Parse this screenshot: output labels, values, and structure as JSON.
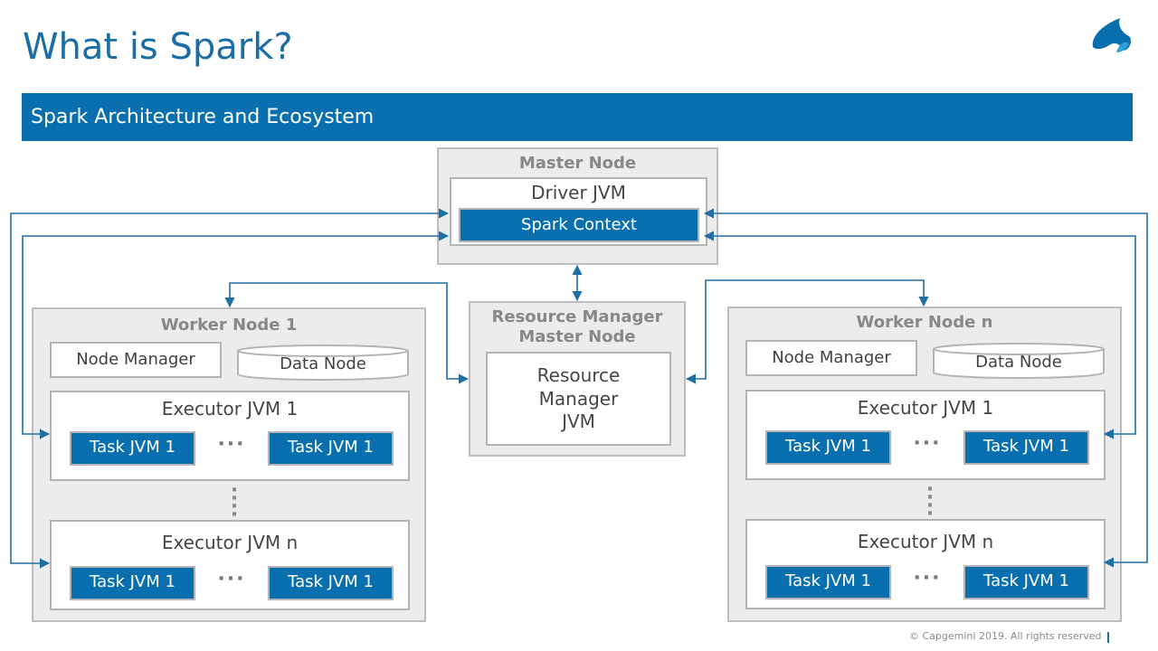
{
  "page": {
    "title": "What is Spark?",
    "banner": "Spark Architecture and Ecosystem",
    "copyright": "© Capgemini 2019. All rights reserved"
  },
  "master": {
    "title": "Master Node",
    "driver": "Driver JVM",
    "context": "Spark Context"
  },
  "resource_manager": {
    "title_line1": "Resource Manager",
    "title_line2": "Master Node",
    "jvm_line1": "Resource",
    "jvm_line2": "Manager",
    "jvm_line3": "JVM"
  },
  "workers": [
    {
      "title": "Worker Node 1",
      "node_manager": "Node Manager",
      "data_node": "Data Node",
      "executors": [
        {
          "title": "Executor JVM 1",
          "tasks": [
            "Task JVM 1",
            "Task JVM 1"
          ]
        },
        {
          "title": "Executor JVM n",
          "tasks": [
            "Task JVM 1",
            "Task JVM 1"
          ]
        }
      ]
    },
    {
      "title": "Worker Node n",
      "node_manager": "Node Manager",
      "data_node": "Data Node",
      "executors": [
        {
          "title": "Executor JVM 1",
          "tasks": [
            "Task JVM 1",
            "Task JVM 1"
          ]
        },
        {
          "title": "Executor JVM n",
          "tasks": [
            "Task JVM 1",
            "Task JVM 1"
          ]
        }
      ]
    }
  ],
  "colors": {
    "accent": "#0a6fae",
    "node_fill": "#ececec",
    "border": "#b4b4b4",
    "connector": "#1f6fa3"
  },
  "icons": {
    "logo": "capgemini-spade-icon"
  }
}
